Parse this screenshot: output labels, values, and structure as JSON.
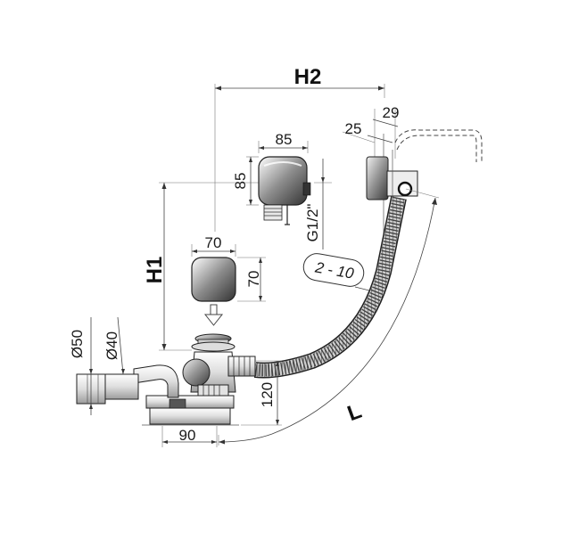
{
  "dimensions": {
    "h2": "H2",
    "h1": "H1",
    "l": "L",
    "overflow_width": "85",
    "overflow_height": "85",
    "cap_width": "70",
    "cap_height": "70",
    "thread": "G1/2\"",
    "offset_25": "25",
    "offset_29": "29",
    "wall_thickness": "2 - 10",
    "outlet_d50": "Ø50",
    "outlet_d40": "Ø40",
    "drain_height": "120",
    "drain_offset": "90"
  },
  "colors": {
    "metal_dark": "#3a3a3a",
    "metal_light": "#e6e6e6",
    "line": "#222222"
  }
}
